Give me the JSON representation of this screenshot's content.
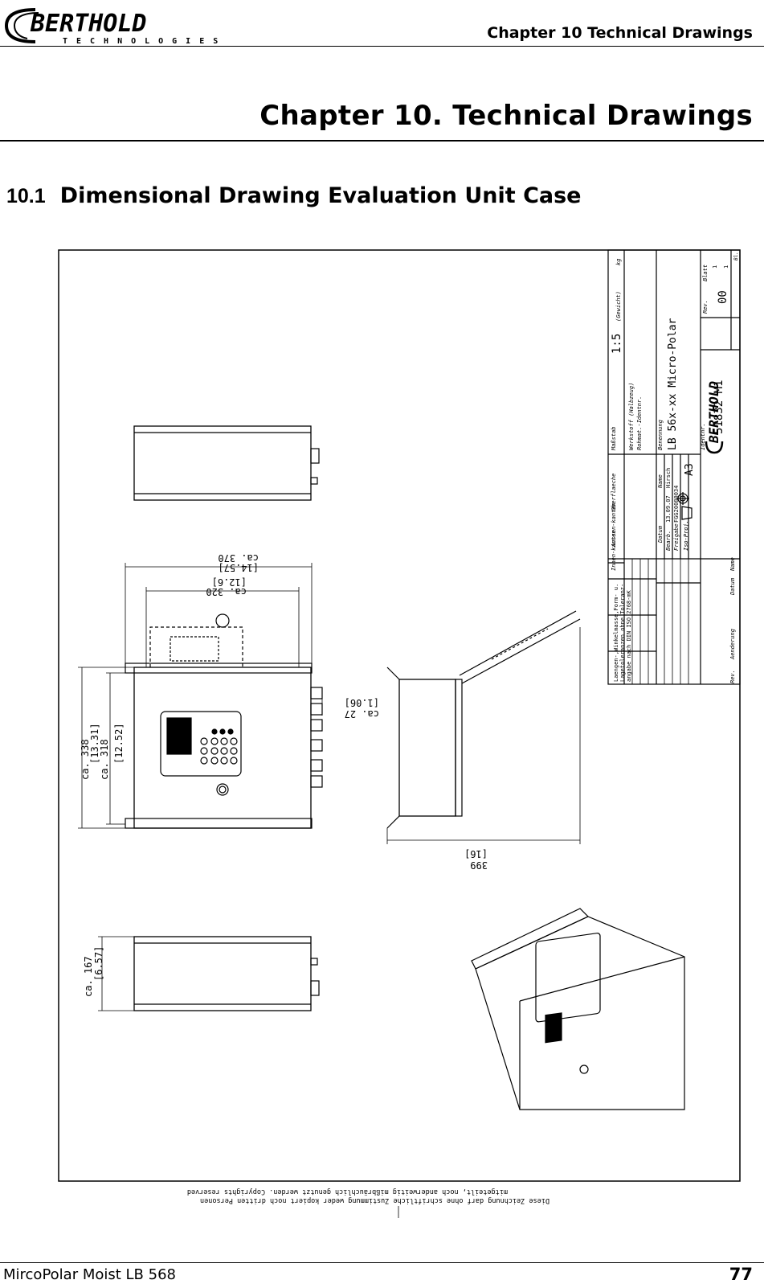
{
  "header": {
    "logo_text": "BERTHOLD",
    "logo_subtext": "TECHNOLOGIES",
    "chapter_label": "Chapter 10 Technical Drawings"
  },
  "page_title": "Chapter 10. Technical Drawings",
  "section": {
    "number": "10.1",
    "title": "Dimensional Drawing Evaluation Unit Case"
  },
  "drawing": {
    "dims": {
      "w370": "ca. 370",
      "w370_in": "[14.57]",
      "w320": "ca. 320",
      "w320_in": "[12.6]",
      "h338": "ca. 338",
      "h338_in": "[13.31]",
      "h318": "ca. 318",
      "h318_in": "[12.52]",
      "d27": "ca. 27",
      "d27_in": "[1.06]",
      "d399": "399",
      "d399_in": "[16]",
      "h167": "ca. 167",
      "h167_in": "[6.57]"
    },
    "title_block": {
      "tolerance_note_1": "Laengen-,Winkelmasse,Form- u.",
      "tolerance_note_2": "Lagetoleranzen ohne Toleranz-",
      "tolerance_note_3": "angabe nach DIN ISO 2768-mK",
      "inner_edges": "Innen-kanten",
      "outer_edges": "Aussen-kanten",
      "surface": "Oberflaeche",
      "scale_label": "Maßstab",
      "scale": "1:5",
      "weight_label": "(Gewicht)",
      "weight_unit": "kg",
      "material": "Werkstoff (Halbzeug)",
      "raw_material": "Rohmat.-Identnr.",
      "designation_label": "Benennung",
      "designation": "LB 56x-xx Micro-Polar",
      "date_label": "Datum",
      "name_label": "Name",
      "drawn_label": "Bearb.",
      "drawn_date": "13.09.07",
      "drawn_name": "Hirsch",
      "release_label": "Freigabe",
      "release_value": "FGG20080034",
      "format": "A3",
      "proj_label": "Iso-Proj.",
      "ident_label": "Identnr.",
      "ident": "51832 M1",
      "rev_label": "Rev.",
      "rev": "00",
      "sheet_label": "Blatt",
      "sheet": "1",
      "sheets": "1",
      "sheets_unit": "Bl.",
      "rev_col": "Rev.",
      "change_col": "Aenderung",
      "date_col": "Datum",
      "name_col": "Name",
      "copyright_1": "Diese Zeichnung darf ohne schriftliche Zustimmung weder kopiert noch dritten Personen",
      "copyright_2": "mitgeteilt, noch anderweitig mißbräuchlich genutzt werden. Copyrights reserved"
    }
  },
  "footer": {
    "document": "MircoPolar Moist LB 568",
    "page_number": "77"
  }
}
